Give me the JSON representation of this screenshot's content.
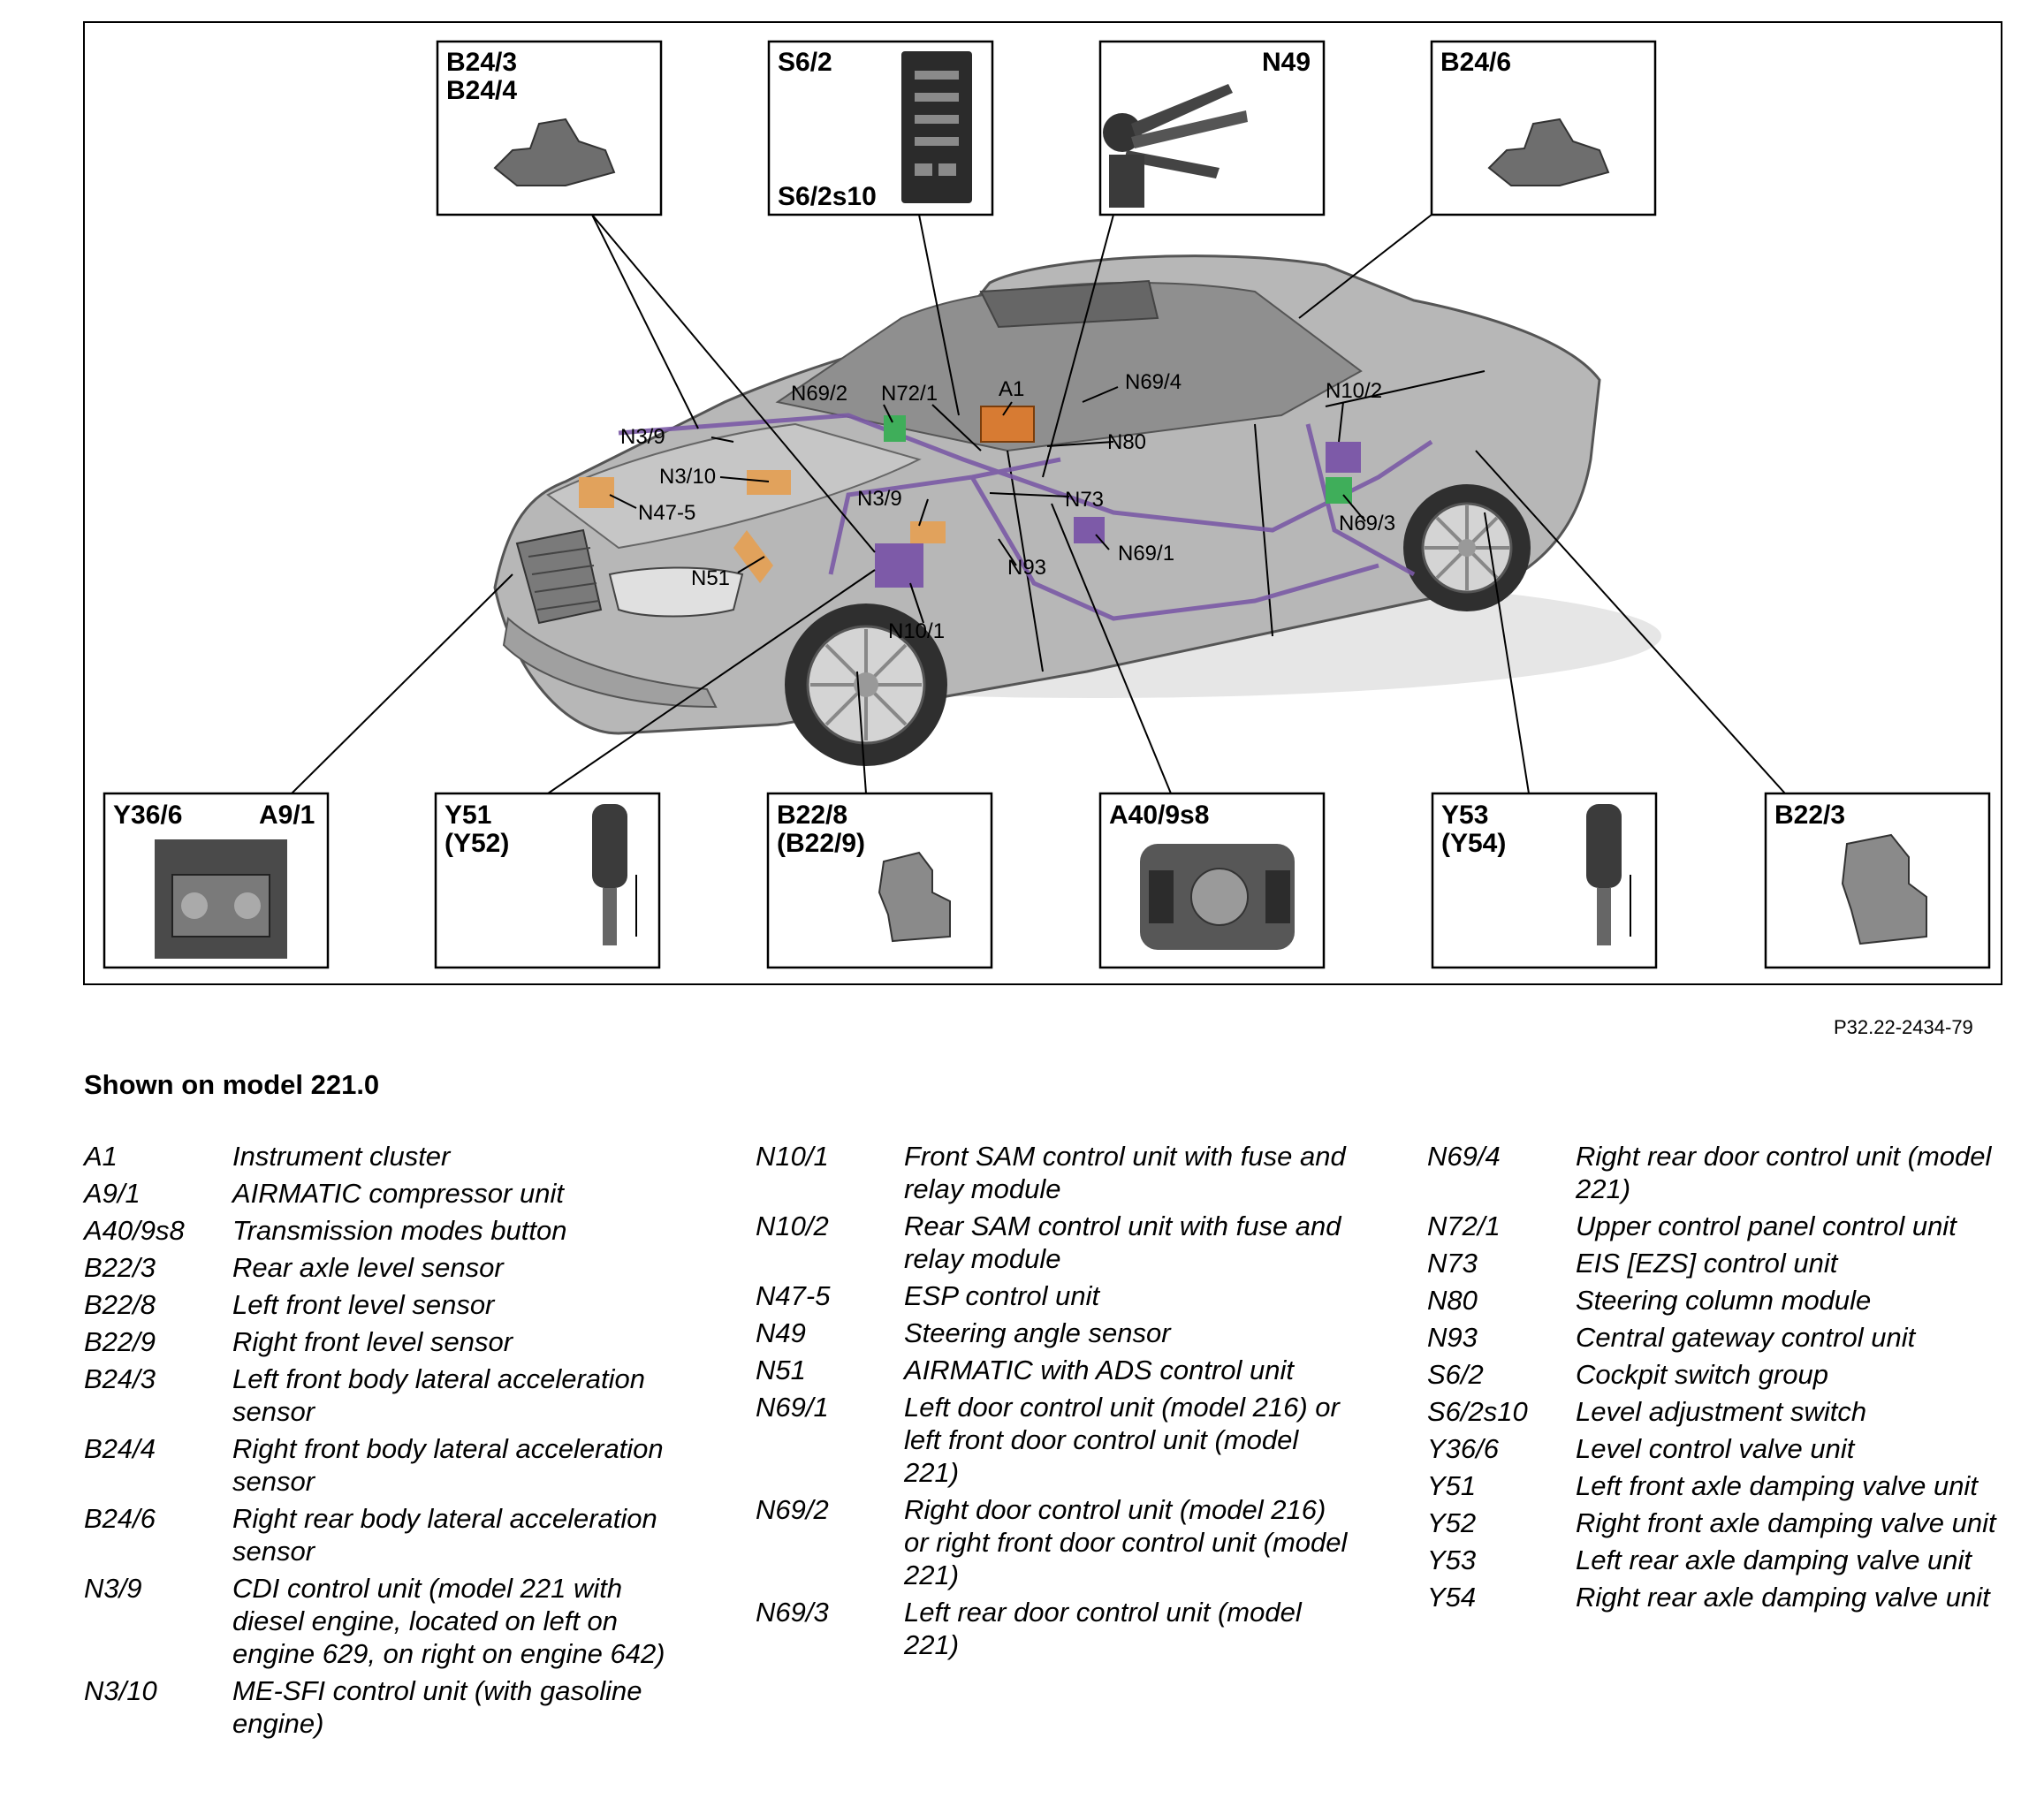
{
  "figure_code": "P32.22-2434-79",
  "subtitle": "Shown on model 221.0",
  "boxes": {
    "b243": [
      "B24/3",
      "B24/4"
    ],
    "s62": "S6/2",
    "s62s10": "S6/2s10",
    "n49": "N49",
    "b246": "B24/6",
    "y366": "Y36/6",
    "a91": "A9/1",
    "y51": [
      "Y51",
      "(Y52)"
    ],
    "b228": [
      "B22/8",
      "(B22/9)"
    ],
    "a409s8": "A40/9s8",
    "y53": [
      "Y53",
      "(Y54)"
    ],
    "b223": "B22/3"
  },
  "callouts": {
    "n692": "N69/2",
    "n721": "N72/1",
    "a1": "A1",
    "n694": "N69/4",
    "n102": "N10/2",
    "n39_top": "N3/9",
    "n310": "N3/10",
    "n80": "N80",
    "n475": "N47-5",
    "n39_mid": "N3/9",
    "n73": "N73",
    "n693": "N69/3",
    "n51": "N51",
    "n93": "N93",
    "n691": "N69/1",
    "n101": "N10/1"
  },
  "legend": [
    [
      {
        "code": "A1",
        "desc": "Instrument cluster"
      },
      {
        "code": "A9/1",
        "desc": "AIRMATIC compressor unit"
      },
      {
        "code": "A40/9s8",
        "desc": "Transmission modes button"
      },
      {
        "code": "B22/3",
        "desc": "Rear axle level sensor"
      },
      {
        "code": "B22/8",
        "desc": "Left front level sensor"
      },
      {
        "code": "B22/9",
        "desc": "Right front level sensor"
      },
      {
        "code": "B24/3",
        "desc": "Left front body lateral acceleration sensor"
      },
      {
        "code": "B24/4",
        "desc": "Right front body lateral acceleration sensor"
      },
      {
        "code": "B24/6",
        "desc": "Right rear body lateral acceleration sensor"
      },
      {
        "code": "N3/9",
        "desc": "CDI control unit (model 221 with diesel engine, located on left on engine 629, on right on engine 642)"
      },
      {
        "code": "N3/10",
        "desc": "ME-SFI control unit (with gasoline engine)"
      }
    ],
    [
      {
        "code": "N10/1",
        "desc": "Front SAM control unit with fuse and relay module"
      },
      {
        "code": "N10/2",
        "desc": "Rear SAM control unit with fuse and relay module"
      },
      {
        "code": "N47-5",
        "desc": "ESP control unit"
      },
      {
        "code": "N49",
        "desc": "Steering angle sensor"
      },
      {
        "code": "N51",
        "desc": "AIRMATIC with ADS control unit"
      },
      {
        "code": "N69/1",
        "desc": "Left door control unit (model 216) or left front door control unit (model 221)"
      },
      {
        "code": "N69/2",
        "desc": "Right door control unit (model 216) or right front door control unit (model 221)"
      },
      {
        "code": "N69/3",
        "desc": "Left rear door control unit (model 221)"
      }
    ],
    [
      {
        "code": "N69/4",
        "desc": "Right rear door control unit (model 221)"
      },
      {
        "code": "N72/1",
        "desc": "Upper control panel control unit"
      },
      {
        "code": "N73",
        "desc": "EIS [EZS] control unit"
      },
      {
        "code": "N80",
        "desc": "Steering column module"
      },
      {
        "code": "N93",
        "desc": "Central gateway control unit"
      },
      {
        "code": "S6/2",
        "desc": "Cockpit switch group"
      },
      {
        "code": "S6/2s10",
        "desc": "Level adjustment switch"
      },
      {
        "code": "Y36/6",
        "desc": "Level control valve unit"
      },
      {
        "code": "Y51",
        "desc": "Left front axle damping valve unit"
      },
      {
        "code": "Y52",
        "desc": "Right front axle damping valve unit"
      },
      {
        "code": "Y53",
        "desc": "Left rear axle damping valve unit"
      },
      {
        "code": "Y54",
        "desc": "Right rear axle damping valve unit"
      }
    ]
  ]
}
